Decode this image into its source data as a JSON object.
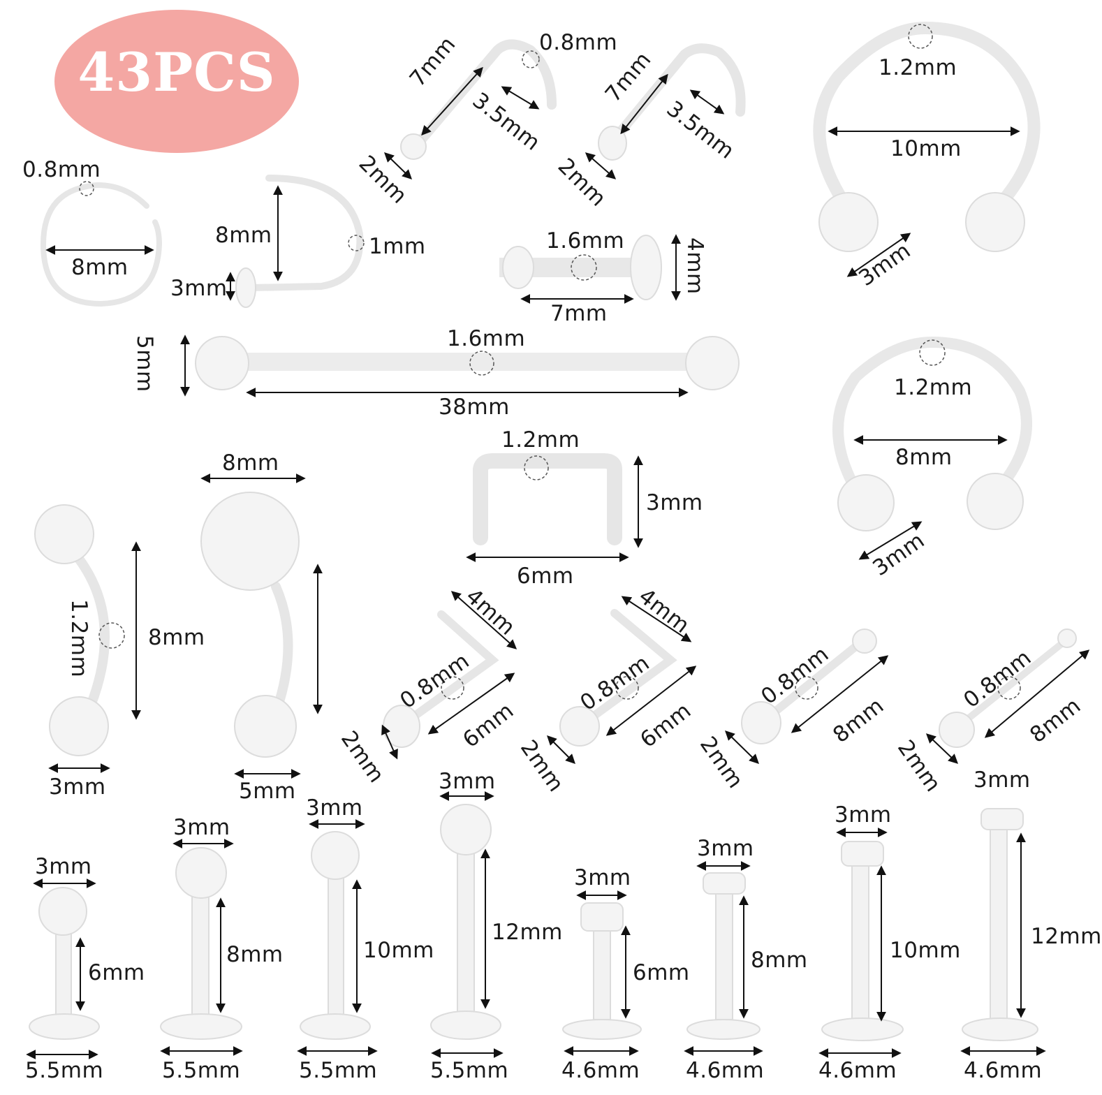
{
  "badge": {
    "text": "43PCS",
    "color": "#f4a7a3"
  },
  "labels": {
    "nose_screw_1_gauge": "0.8mm",
    "nose_screw_1_length": "7mm",
    "nose_screw_1_curl": "3.5mm",
    "nose_screw_1_ball": "2mm",
    "nose_screw_2_length": "7mm",
    "nose_screw_2_curl": "3.5mm",
    "nose_screw_2_ball": "2mm",
    "horseshoe_large_gauge": "1.2mm",
    "horseshoe_large_diameter": "10mm",
    "horseshoe_large_ball": "3mm",
    "hoop_gauge": "0.8mm",
    "hoop_diameter": "8mm",
    "hook_height": "8mm",
    "hook_gauge": "1mm",
    "hook_disc": "3mm",
    "retainer_gauge": "1.6mm",
    "retainer_disc": "4mm",
    "retainer_length": "7mm",
    "industrial_ball": "5mm",
    "industrial_gauge": "1.6mm",
    "industrial_length": "38mm",
    "horseshoe_small_gauge": "1.2mm",
    "horseshoe_small_diameter": "8mm",
    "horseshoe_small_ball": "3mm",
    "staple_gauge": "1.2mm",
    "staple_height": "3mm",
    "staple_width": "6mm",
    "eyebrow_gauge": "1.2mm",
    "eyebrow_length": "8mm",
    "eyebrow_ball": "3mm",
    "belly_ball_top": "8mm",
    "belly_ball_bottom": "5mm",
    "lbend_1_leg": "4mm",
    "lbend_1_gauge": "0.8mm",
    "lbend_1_length": "6mm",
    "lbend_1_end": "2mm",
    "lbend_2_leg": "4mm",
    "lbend_2_gauge": "0.8mm",
    "lbend_2_length": "6mm",
    "lbend_2_end": "2mm",
    "stud_1_gauge": "0.8mm",
    "stud_1_length": "8mm",
    "stud_1_end": "2mm",
    "stud_2_gauge": "0.8mm",
    "stud_2_length": "8mm",
    "stud_2_end": "2mm",
    "labret_ball_1_top": "3mm",
    "labret_ball_1_length": "6mm",
    "labret_ball_1_base": "5.5mm",
    "labret_ball_2_top": "3mm",
    "labret_ball_2_length": "8mm",
    "labret_ball_2_base": "5.5mm",
    "labret_ball_3_top": "3mm",
    "labret_ball_3_length": "10mm",
    "labret_ball_3_base": "5.5mm",
    "labret_ball_4_top": "3mm",
    "labret_ball_4_length": "12mm",
    "labret_ball_4_base": "5.5mm",
    "labret_flat_1_top": "3mm",
    "labret_flat_1_length": "6mm",
    "labret_flat_1_base": "4.6mm",
    "labret_flat_2_top": "3mm",
    "labret_flat_2_length": "8mm",
    "labret_flat_2_base": "4.6mm",
    "labret_flat_3_top": "3mm",
    "labret_flat_3_length": "10mm",
    "labret_flat_3_base": "4.6mm",
    "labret_flat_4_top": "3mm",
    "labret_flat_4_length": "12mm",
    "labret_flat_4_base": "4.6mm"
  }
}
